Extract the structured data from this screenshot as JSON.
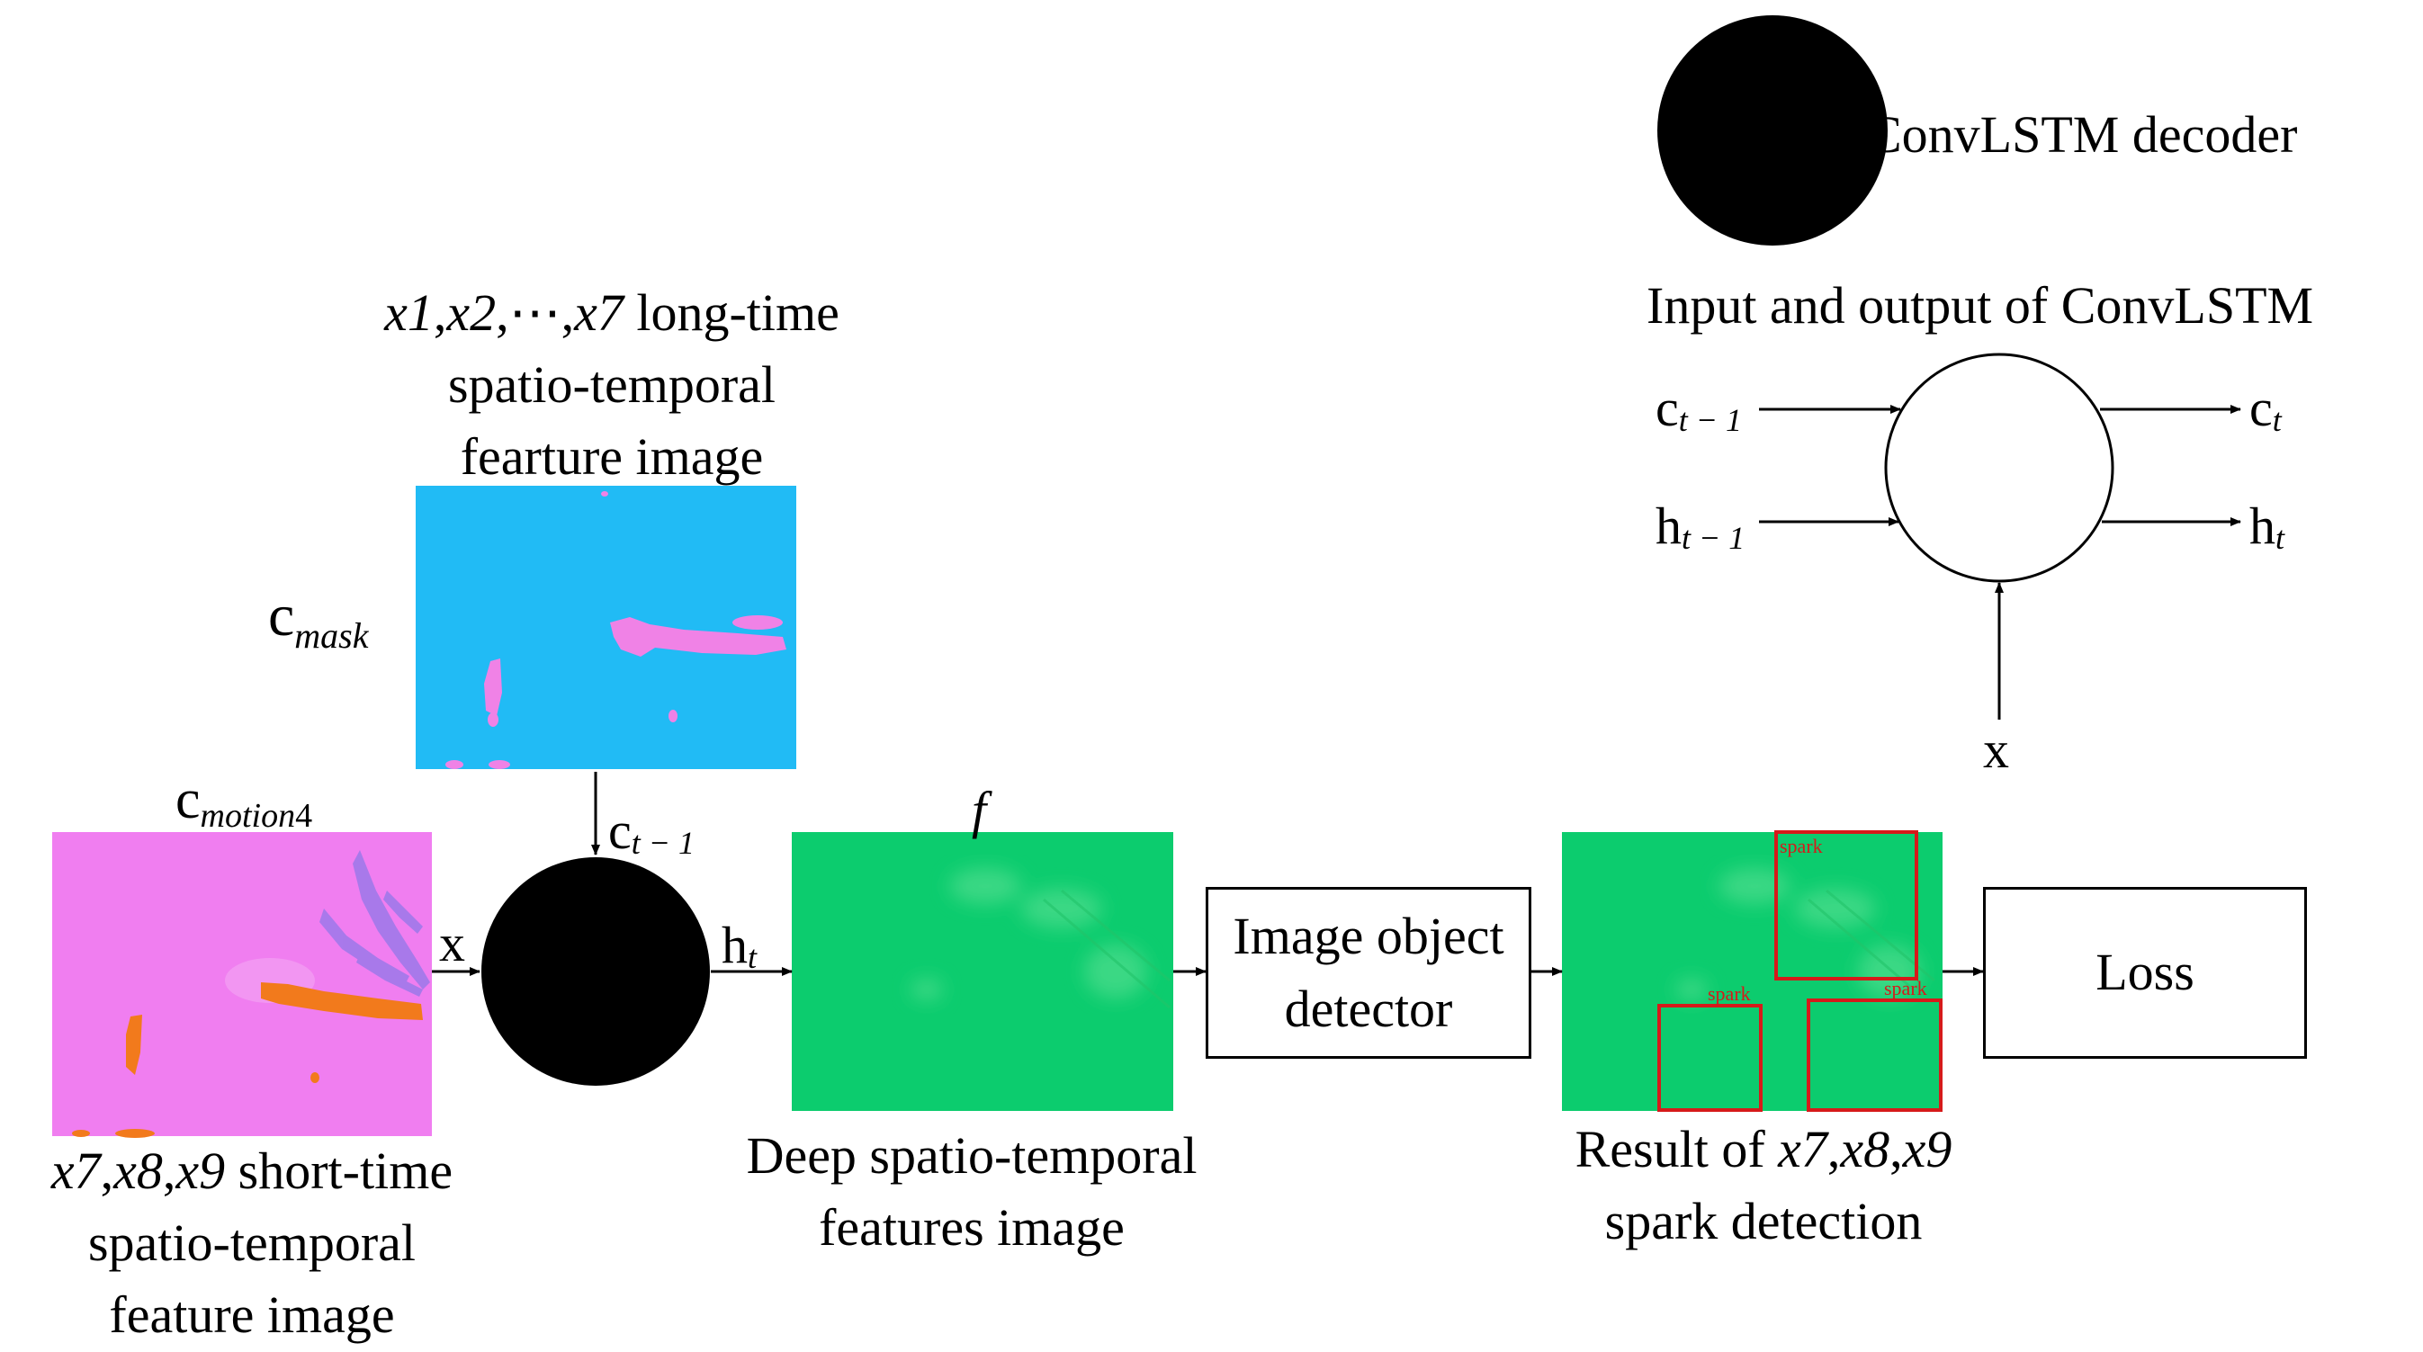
{
  "legend": {
    "decoder_label": "ConvLSTM decoder",
    "io_title": "Input and output of ConvLSTM",
    "in_c": "c",
    "in_c_sub": "t − 1",
    "in_h": "h",
    "in_h_sub": "t − 1",
    "out_c": "c",
    "out_c_sub": "t",
    "out_h": "h",
    "out_h_sub": "t",
    "in_x": "x"
  },
  "long_time": {
    "vars": [
      "x1",
      "x2",
      "x7"
    ],
    "ellipsis": "⋯",
    "caption_1_rest": " long-time",
    "caption_2": "spatio-temporal",
    "caption_3": "fearture image",
    "symbol": "c",
    "symbol_sub": "mask"
  },
  "short_time": {
    "vars": [
      "x7",
      "x8",
      "x9"
    ],
    "caption_1_rest": " short-time",
    "caption_2": "spatio-temporal",
    "caption_3": "feature image",
    "symbol": "c",
    "symbol_sub": "motion",
    "symbol_sub_num": "4"
  },
  "flow": {
    "x_label": "x",
    "c_prev": "c",
    "c_prev_sub": "t − 1",
    "h_out": "h",
    "h_out_sub": "t",
    "f_label": "f"
  },
  "deep_features": {
    "caption_1": "Deep spatio-temporal",
    "caption_2": "features image"
  },
  "detector": {
    "line_1": "Image object",
    "line_2": "detector"
  },
  "result": {
    "caption_1_prefix": "Result of ",
    "vars": [
      "x7",
      "x8",
      "x9"
    ],
    "caption_2": "spark detection",
    "box_label": "spark"
  },
  "loss": {
    "label": "Loss"
  },
  "colors": {
    "decoder_fill": "#000000",
    "mask_bg": "#1ab8f5",
    "mask_blob": "#f082e6",
    "motion_bg": "#f07ef0",
    "motion_streak": "#f27a1c",
    "motion_purple": "#8a78e8",
    "feature_bg": "#0ccc6e",
    "feature_spot": "#3ad884",
    "detect_box": "#d61a1a"
  }
}
